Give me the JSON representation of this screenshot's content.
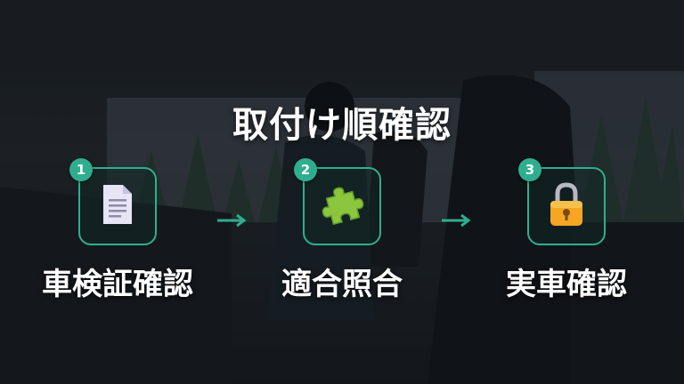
{
  "title": "取付け順確認",
  "accent_color": "#2fae8f",
  "steps": [
    {
      "number": "1",
      "label": "車検証確認",
      "icon": "document-icon"
    },
    {
      "number": "2",
      "label": "適合照合",
      "icon": "puzzle-piece-icon"
    },
    {
      "number": "3",
      "label": "実車確認",
      "icon": "padlock-icon"
    }
  ],
  "arrows": [
    "arrow-right-icon",
    "arrow-right-icon"
  ]
}
